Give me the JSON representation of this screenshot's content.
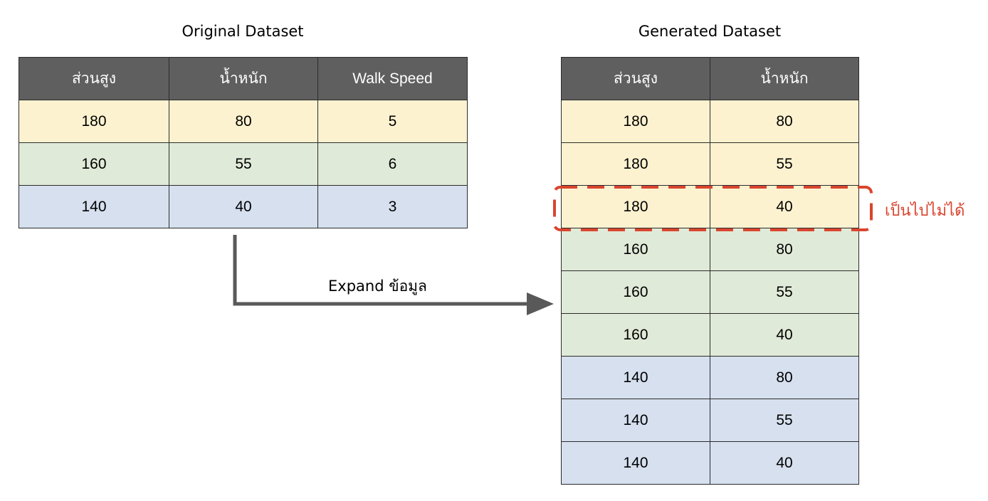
{
  "original": {
    "caption": "Original Dataset",
    "headers": [
      "ส่วนสูง",
      "น้ำหนัก",
      "Walk Speed"
    ],
    "rows": [
      {
        "color": "yellow",
        "cells": [
          "180",
          "80",
          "5"
        ]
      },
      {
        "color": "green",
        "cells": [
          "160",
          "55",
          "6"
        ]
      },
      {
        "color": "blue",
        "cells": [
          "140",
          "40",
          "3"
        ]
      }
    ]
  },
  "generated": {
    "caption": "Generated Dataset",
    "headers": [
      "ส่วนสูง",
      "น้ำหนัก"
    ],
    "rows": [
      {
        "color": "yellow",
        "cells": [
          "180",
          "80"
        ]
      },
      {
        "color": "yellow",
        "cells": [
          "180",
          "55"
        ]
      },
      {
        "color": "yellow",
        "cells": [
          "180",
          "40"
        ]
      },
      {
        "color": "green",
        "cells": [
          "160",
          "80"
        ]
      },
      {
        "color": "green",
        "cells": [
          "160",
          "55"
        ]
      },
      {
        "color": "green",
        "cells": [
          "160",
          "40"
        ]
      },
      {
        "color": "blue",
        "cells": [
          "140",
          "80"
        ]
      },
      {
        "color": "blue",
        "cells": [
          "140",
          "55"
        ]
      },
      {
        "color": "blue",
        "cells": [
          "140",
          "40"
        ]
      }
    ]
  },
  "arrow_label": "Expand ข้อมูล",
  "impossible_label": "เป็นไปไม่ได้",
  "colors": {
    "header": "#5f5f5f",
    "yellow": "#fdf2d0",
    "green": "#e0ead8",
    "blue": "#d6e0ef",
    "highlight": "#d9452e",
    "arrow": "#595959"
  }
}
